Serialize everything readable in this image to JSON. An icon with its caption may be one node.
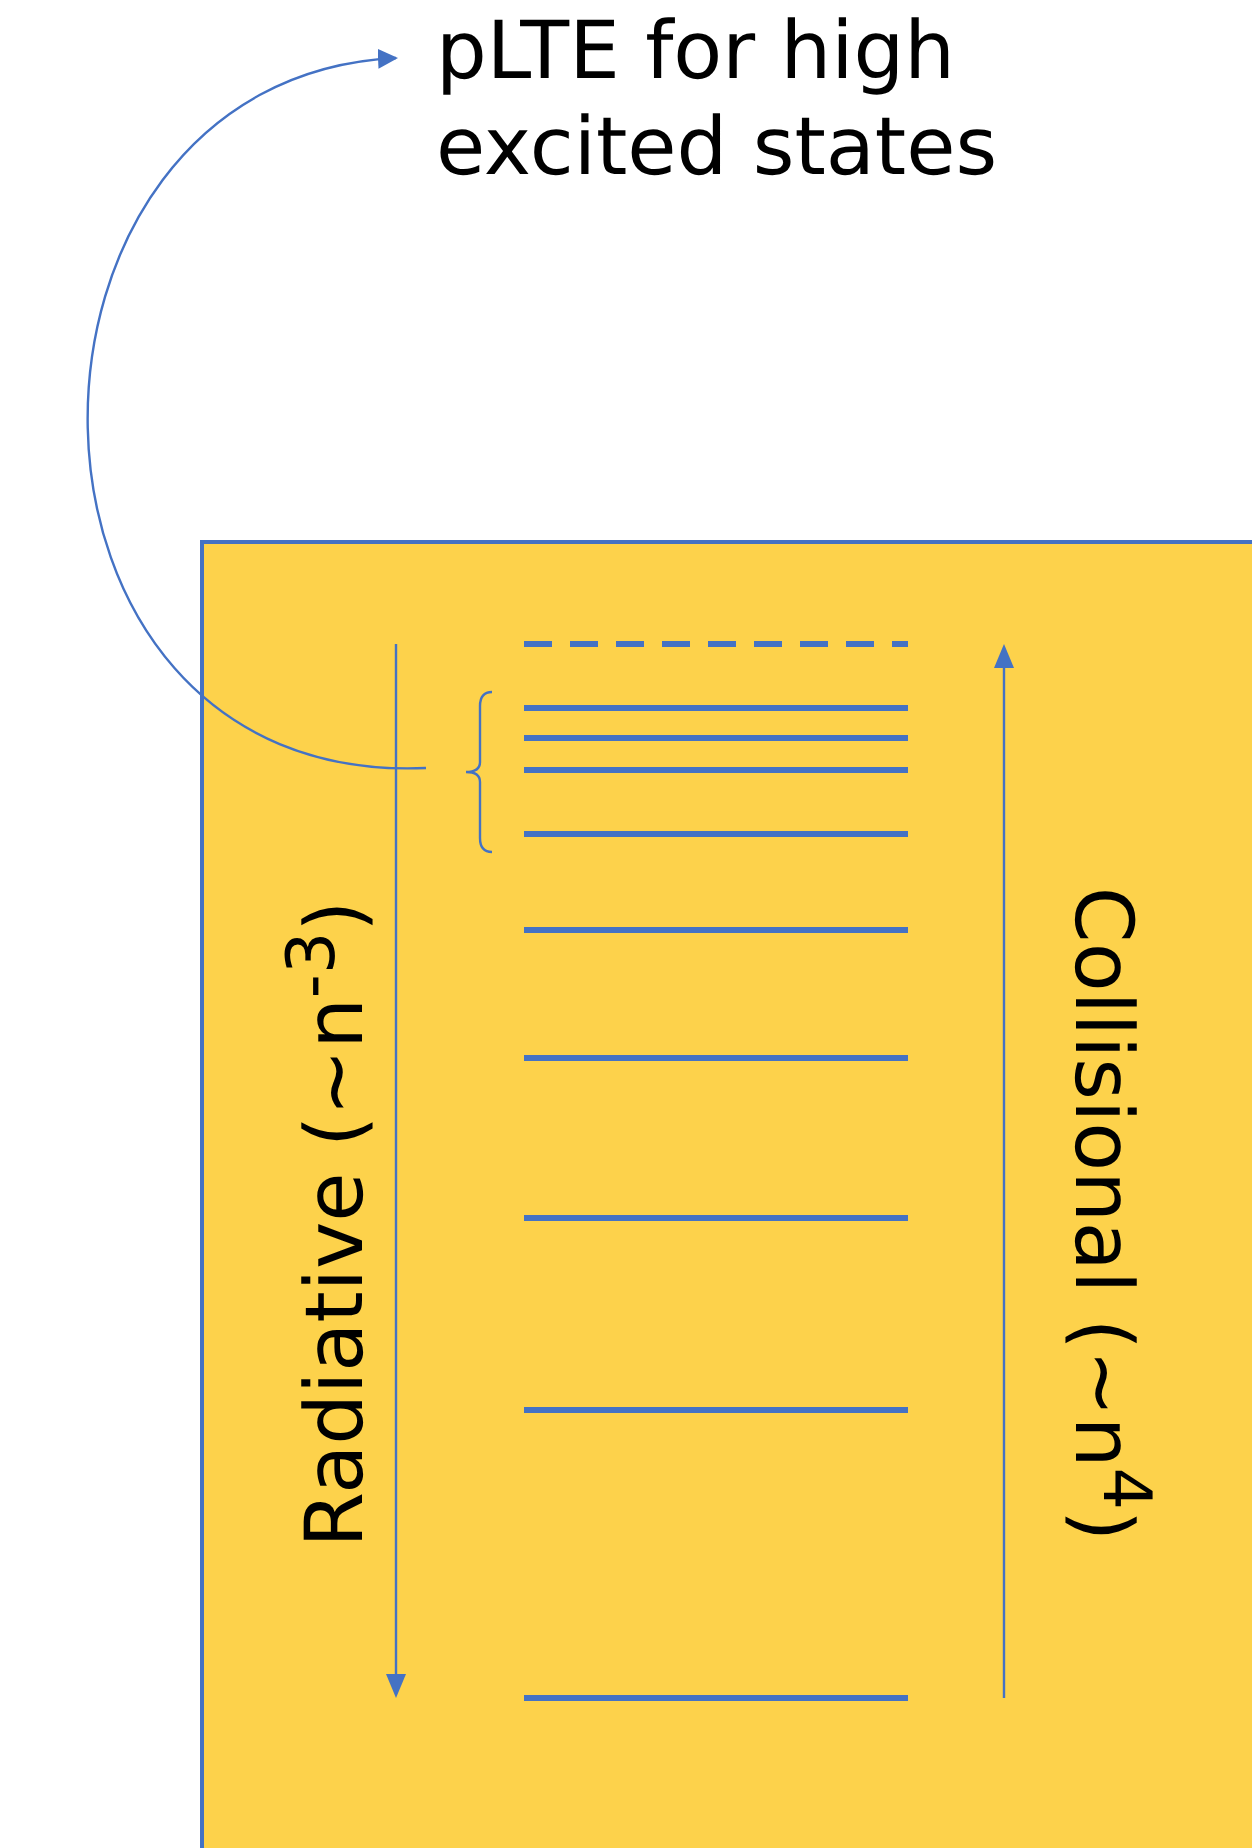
{
  "diagram": {
    "nodes": [
      {
        "text": [],
        "shape": "box"
      },
      {
        "text": [
          "pLTE for high excited states"
        ]
      },
      {
        "text": [],
        "shape": "bracket",
        "in": 0
      }
    ],
    "edges": [
      {
        "from": 2,
        "to": 1,
        "arrow": "to"
      }
    ],
    "labels": [
      "Radiative (~n$^{-3}$)",
      "Collisional (~n$^{4}$)"
    ]
  }
}
